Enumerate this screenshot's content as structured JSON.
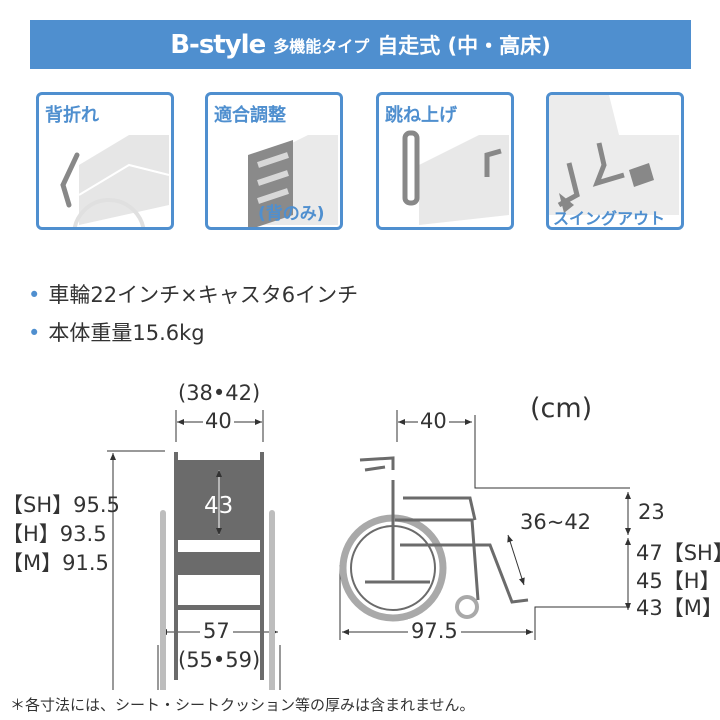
{
  "header": {
    "brand": "B-style",
    "subtitle": "多機能タイプ",
    "model": "自走式 (中・高床)"
  },
  "features": [
    {
      "label": "背折れ",
      "icon": "folding-back-icon"
    },
    {
      "label": "適合調整",
      "sub": "(背のみ)",
      "icon": "adjustable-back-icon"
    },
    {
      "label": "跳ね上げ",
      "icon": "flip-up-armrest-icon"
    },
    {
      "label": "",
      "sub": "スイングアウト",
      "icon": "swing-out-footrest-icon"
    }
  ],
  "specs": [
    "車輪22インチ×キャスタ6インチ",
    "本体重量15.6kg"
  ],
  "dimensions": {
    "unit": "(cm)",
    "front": {
      "seat_width_alt": "(38•42)",
      "seat_width": "40",
      "back_height": "43",
      "total_heights": [
        "【SH】95.5",
        "【H】93.5",
        "【M】91.5"
      ],
      "total_width": "57",
      "total_width_alt": "(55•59)"
    },
    "side": {
      "depth": "40",
      "armrest_height": "23",
      "leg_length": "36~42",
      "seat_heights": [
        "47【SH】",
        "45【H】",
        "43【M】"
      ],
      "total_length": "97.5"
    }
  },
  "footnote": "＊各寸法には、シート・シートクッション等の厚みは含まれません。",
  "colors": {
    "accent": "#4f8fcf",
    "frame": "#6b6b6b",
    "wheel": "#a9a9a9"
  }
}
